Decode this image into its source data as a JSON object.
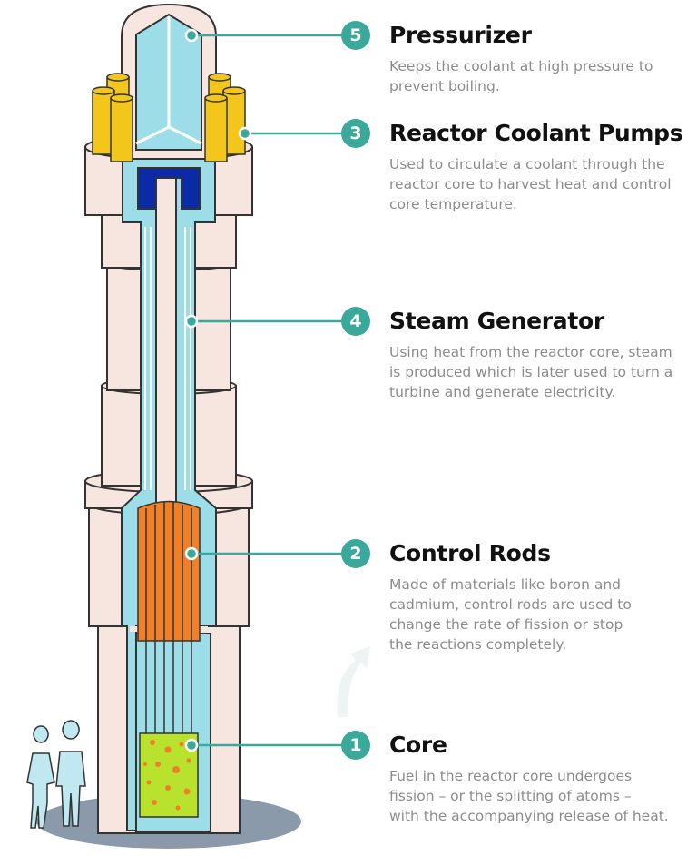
{
  "components": [
    {
      "id": "pressurizer",
      "number": "5",
      "title": "Pressurizer",
      "description": "Keeps the coolant at high pressure to\nprevent boiling."
    },
    {
      "id": "pumps",
      "number": "3",
      "title": "Reactor Coolant Pumps",
      "description": "Used to circulate a coolant through the\nreactor core to harvest heat and control\ncore temperature."
    },
    {
      "id": "steam",
      "number": "4",
      "title": "Steam Generator",
      "description": "Using heat from the reactor core, steam\nis produced which is later used to turn a\nturbine and generate electricity."
    },
    {
      "id": "rods",
      "number": "2",
      "title": "Control Rods",
      "description": "Made of materials like boron and\ncadmium, control rods are used to\nchange the rate of fission or stop\nthe reactions completely."
    },
    {
      "id": "core",
      "number": "1",
      "title": "Core",
      "description": "Fuel in the reactor core undergoes\nfission – or the splitting of atoms –\nwith the accompanying release of heat."
    }
  ],
  "colors": {
    "accent": "#3aa89a",
    "concrete": "#f6e6df",
    "coolant": "#9ddde8",
    "control_rod": "#f07f27",
    "fuel": "#b8e22e",
    "pump": "#f3c61b",
    "shadow": "#8a9aab"
  }
}
